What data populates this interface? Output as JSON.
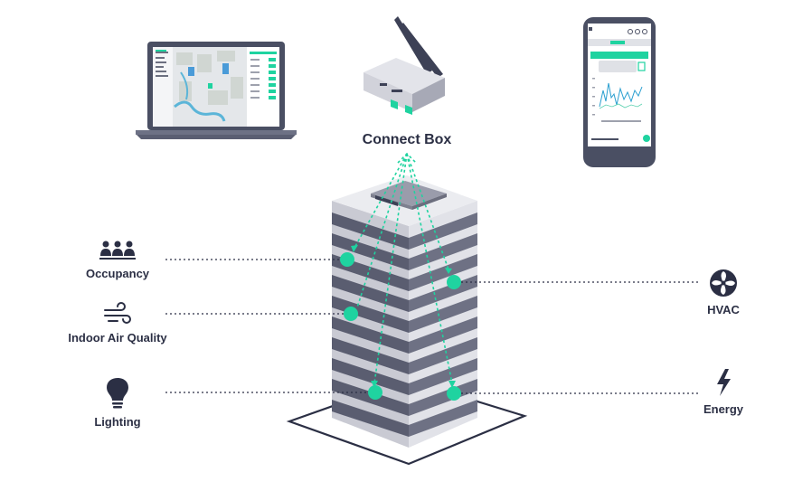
{
  "diagram": {
    "hub_label": "Connect Box",
    "sensors_left": [
      {
        "id": "occupancy",
        "label": "Occupancy",
        "icon": "people-icon"
      },
      {
        "id": "air",
        "label": "Indoor Air Quality",
        "icon": "wind-icon"
      },
      {
        "id": "lighting",
        "label": "Lighting",
        "icon": "lightbulb-icon"
      }
    ],
    "sensors_right": [
      {
        "id": "hvac",
        "label": "HVAC",
        "icon": "fan-icon"
      },
      {
        "id": "energy",
        "label": "Energy",
        "icon": "lightning-bolt-icon"
      }
    ]
  },
  "colors": {
    "accent": "#1fd3a0",
    "navy": "#2b2f44",
    "building_dark": "#5a5d70",
    "building_light": "#c9cad3"
  }
}
